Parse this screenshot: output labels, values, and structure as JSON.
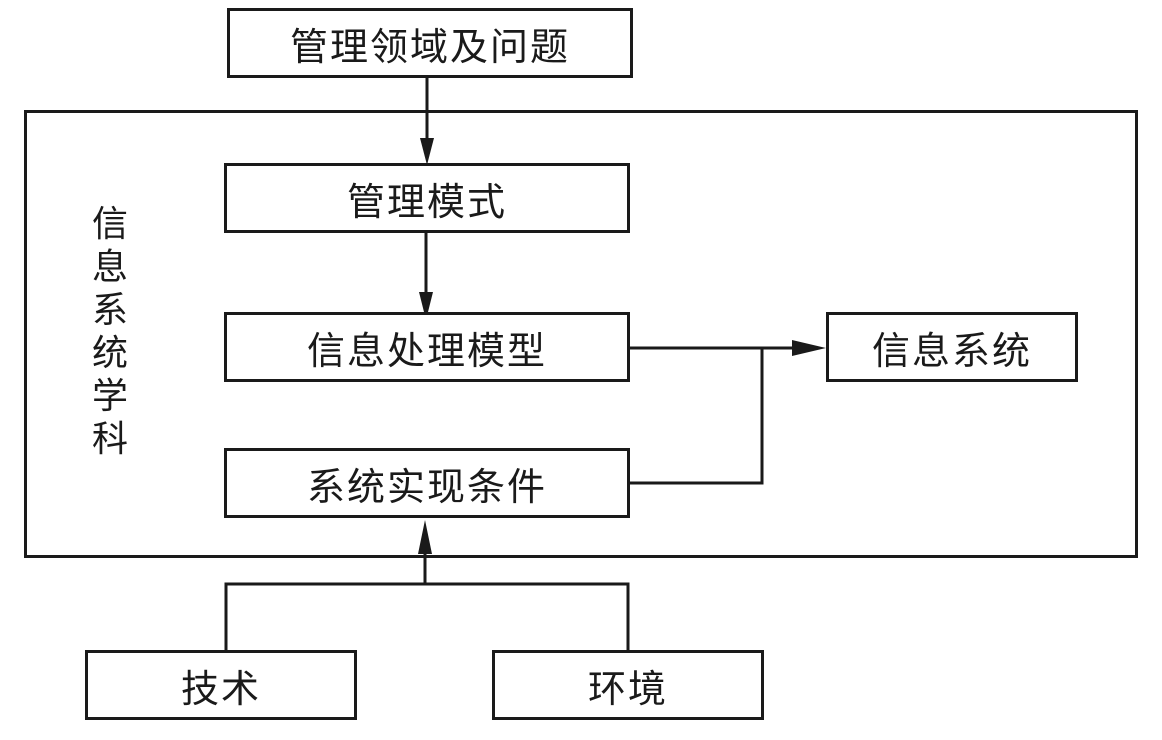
{
  "diagram": {
    "frame_label": "信息系统学科",
    "nodes": {
      "domain_problems": "管理领域及问题",
      "management_model": "管理模式",
      "info_processing_model": "信息处理模型",
      "system_conditions": "系统实现条件",
      "information_system": "信息系统",
      "technology": "技术",
      "environment": "环境"
    },
    "edges": [
      {
        "from": "domain_problems",
        "to": "management_model"
      },
      {
        "from": "management_model",
        "to": "info_processing_model"
      },
      {
        "from": "info_processing_model",
        "to": "information_system"
      },
      {
        "from": "system_conditions",
        "to": "information_system"
      },
      {
        "from": "technology",
        "to": "system_conditions"
      },
      {
        "from": "environment",
        "to": "system_conditions"
      }
    ],
    "colors": {
      "stroke": "#1a1a1a",
      "background": "#ffffff"
    }
  }
}
